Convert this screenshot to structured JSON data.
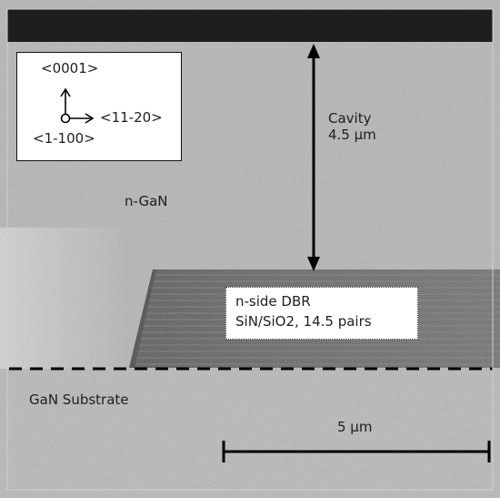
{
  "image": {
    "subject": "cross-section micrograph",
    "colors": {
      "electrode": "#1e1e1e",
      "gan": "#b4b4b4",
      "dbr_dark": "#5a5a5a",
      "dbr_light": "#7c7c7c",
      "annotation": "#000000"
    }
  },
  "orientation": {
    "up_label": "<0001>",
    "right_label": "<11-20>",
    "out_of_plane_label": "<1-100>"
  },
  "layers": {
    "top_layer_label": "n-GaN",
    "substrate_label": "GaN Substrate"
  },
  "cavity": {
    "label_line1": "Cavity",
    "label_line2": "4.5 µm"
  },
  "dbr": {
    "label_line1": "n-side DBR",
    "label_line2": "SiN/SiO2, 14.5 pairs"
  },
  "scale_bar": {
    "label": "5 µm"
  }
}
